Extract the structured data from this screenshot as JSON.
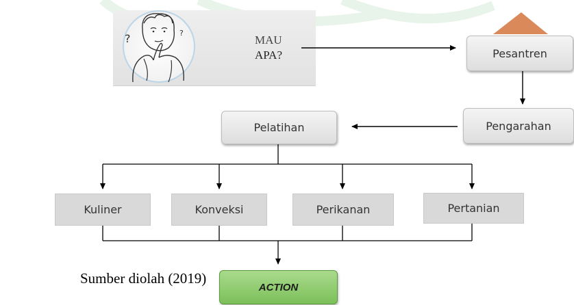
{
  "question": {
    "line1": "MAU",
    "line2": "APA?"
  },
  "nodes": {
    "pesantren": "Pesantren",
    "pengarahan": "Pengarahan",
    "pelatihan": "Pelatihan",
    "kuliner": "Kuliner",
    "konveksi": "Konveksi",
    "perikanan": "Perikanan",
    "pertanian": "Pertanian",
    "action": "ACTION"
  },
  "source_note": "Sumber diolah (2019)",
  "colors": {
    "box_fill": "#e3e3e3",
    "action_fill": "#8cc96a",
    "roof": "#d9895a",
    "arrow": "#000000",
    "watermark": "#e9f4ea"
  },
  "icons": [
    "thinking-person-icon"
  ]
}
